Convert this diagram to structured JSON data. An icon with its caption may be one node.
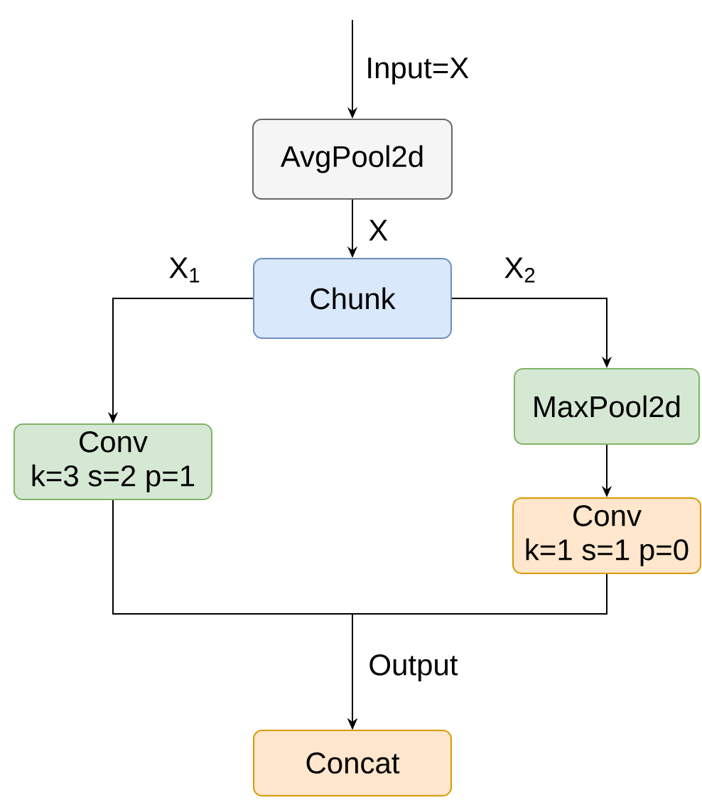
{
  "diagram": {
    "nodes": [
      {
        "text": [
          "AvgPool2d"
        ]
      },
      {
        "text": [
          "Chunk"
        ]
      },
      {
        "text": [
          "Conv",
          "k=3 s=2 p=1"
        ]
      },
      {
        "text": [
          "MaxPool2d"
        ]
      },
      {
        "text": [
          "Conv",
          "k=1 s=1 p=0"
        ]
      },
      {
        "text": [
          "Concat"
        ]
      }
    ],
    "edges": [
      {
        "from": null,
        "to": 0,
        "arrow": "to",
        "label": "Input=X"
      },
      {
        "from": 0,
        "to": 1,
        "arrow": "to",
        "label": "X"
      },
      {
        "from": 1,
        "to": 2,
        "arrow": "to",
        "label": "X$_{1}$"
      },
      {
        "from": 1,
        "to": 3,
        "arrow": "to",
        "label": "X$_{2}$"
      },
      {
        "from": 3,
        "to": 4,
        "arrow": "to"
      },
      {
        "from": 2,
        "to": 5,
        "arrow": "to",
        "label": "Output"
      },
      {
        "from": 4,
        "to": 5,
        "arrow": "to"
      }
    ]
  }
}
